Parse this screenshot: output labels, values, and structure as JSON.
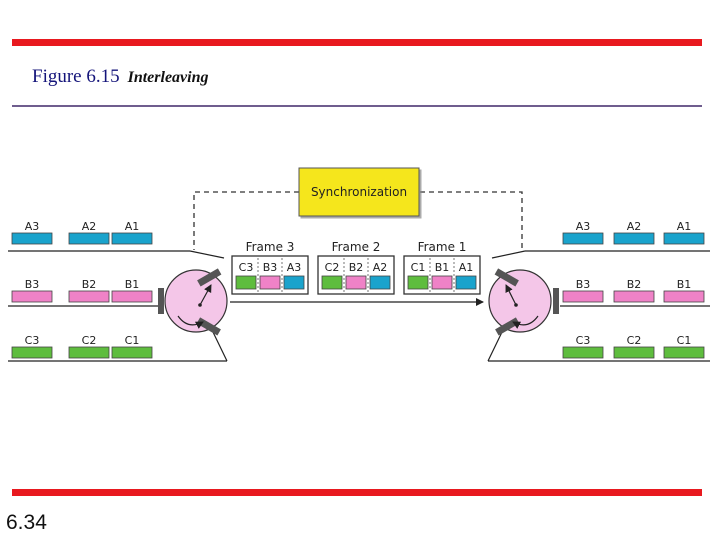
{
  "title": {
    "number": "Figure 6.15",
    "text": "Interleaving"
  },
  "slide_number": "6.34",
  "synchronization_label": "Synchronization",
  "colors": {
    "accent_red": "#e8191f",
    "title_navy": "#14147a",
    "channel_a": "#1aa3cc",
    "channel_b": "#ef82c7",
    "channel_c": "#5ebd3e",
    "sync_box": "#f5e61e",
    "switch_disc": "#f4c6e8"
  },
  "inputs": [
    {
      "id": "a",
      "color": "#1aa3cc",
      "units": [
        "A3",
        "A2",
        "A1"
      ]
    },
    {
      "id": "b",
      "color": "#ef82c7",
      "units": [
        "B3",
        "B2",
        "B1"
      ]
    },
    {
      "id": "c",
      "color": "#5ebd3e",
      "units": [
        "C3",
        "C2",
        "C1"
      ]
    }
  ],
  "outputs": [
    {
      "id": "a",
      "color": "#1aa3cc",
      "units": [
        "A3",
        "A2",
        "A1"
      ]
    },
    {
      "id": "b",
      "color": "#ef82c7",
      "units": [
        "B3",
        "B2",
        "B1"
      ]
    },
    {
      "id": "c",
      "color": "#5ebd3e",
      "units": [
        "C3",
        "C2",
        "C1"
      ]
    }
  ],
  "frames": [
    {
      "label": "Frame 3",
      "slots": [
        {
          "text": "C3",
          "color": "#5ebd3e"
        },
        {
          "text": "B3",
          "color": "#ef82c7"
        },
        {
          "text": "A3",
          "color": "#1aa3cc"
        }
      ]
    },
    {
      "label": "Frame 2",
      "slots": [
        {
          "text": "C2",
          "color": "#5ebd3e"
        },
        {
          "text": "B2",
          "color": "#ef82c7"
        },
        {
          "text": "A2",
          "color": "#1aa3cc"
        }
      ]
    },
    {
      "label": "Frame 1",
      "slots": [
        {
          "text": "C1",
          "color": "#5ebd3e"
        },
        {
          "text": "B1",
          "color": "#ef82c7"
        },
        {
          "text": "A1",
          "color": "#1aa3cc"
        }
      ]
    }
  ]
}
